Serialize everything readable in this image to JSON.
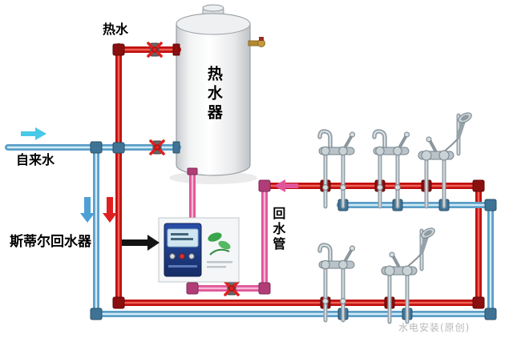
{
  "diagram": {
    "labels": {
      "hot_water": "热水",
      "water_heater": "热水器",
      "tap_water": "自来水",
      "recirculator": "斯蒂尔回水器",
      "return_pipe": "回水管"
    },
    "watermark": "水电安装(原创)",
    "colors": {
      "hot_pipe": "#c01010",
      "cold_pipe": "#5b9ec7",
      "return_pipe": "#e0569a",
      "valve_handle": "#e02020",
      "flow_arrow_cyan": "#49c8e8",
      "flow_arrow_blue": "#4d9fd6",
      "flow_arrow_red": "#e02020",
      "flow_arrow_pink": "#e0569a"
    }
  }
}
